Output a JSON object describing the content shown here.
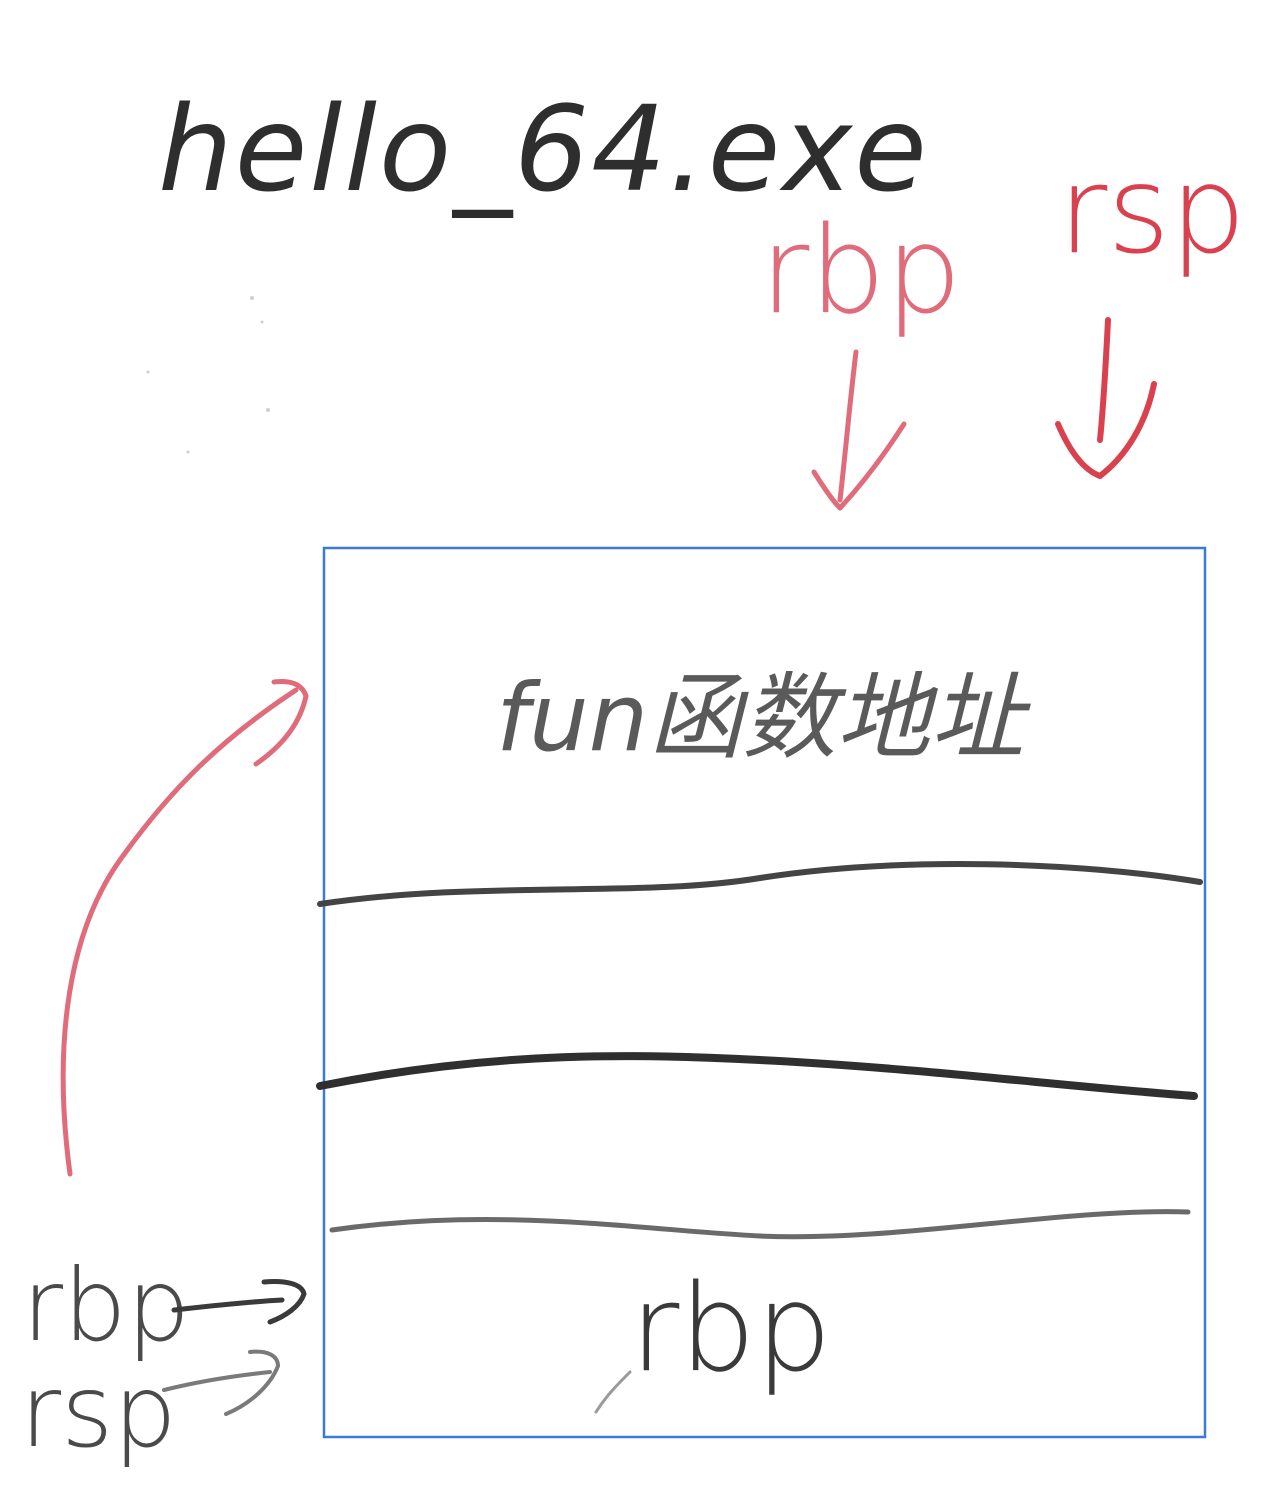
{
  "title": "hello_64.exe",
  "top_labels": {
    "rbp": "rbp",
    "rsp": "rsp"
  },
  "stack": {
    "slot_top": "fun函数地址",
    "slot_bottom": "rbp"
  },
  "left_labels": {
    "rbp": "rbp",
    "rsp": "rsp"
  },
  "colors": {
    "ink": "#333333",
    "ink_light": "#9a9a9a",
    "red": "#e06b7a",
    "red_dark": "#d9414f",
    "box": "#3a7ad8"
  }
}
